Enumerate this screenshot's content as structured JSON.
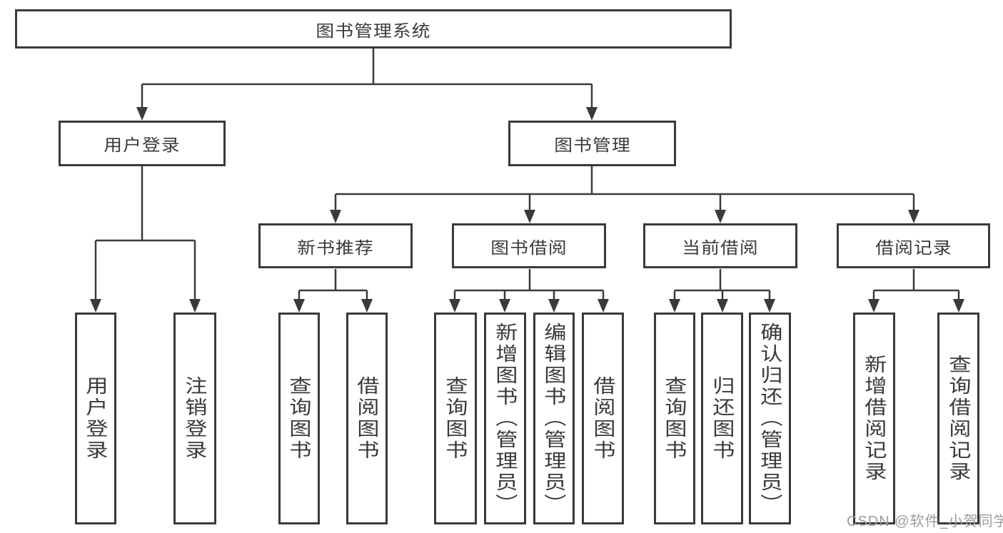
{
  "diagram": {
    "title": "图书管理系统",
    "level2": [
      "用户登录",
      "图书管理"
    ],
    "level3": [
      "新书推荐",
      "图书借阅",
      "当前借阅",
      "借阅记录"
    ],
    "groups": {
      "user_login": [
        "用户登录",
        "注销登录"
      ],
      "new_book_recommend": [
        "查询图书",
        "借阅图书"
      ],
      "book_borrow": [
        "查询图书",
        "新增图书（管理员）",
        "编辑图书（管理员）",
        "借阅图书"
      ],
      "current_borrow": [
        "查询图书",
        "归还图书",
        "确认归还（管理员）"
      ],
      "borrow_record": [
        "新增借阅记录",
        "查询借阅记录"
      ]
    },
    "watermark": "CSDN @软件_小贺同学",
    "colors": {
      "line": "#3a3a3a",
      "border": "#3a3a3a",
      "text": "#3a3a3a",
      "watermark": "#9b9b9b",
      "background": "#ffffff"
    }
  }
}
